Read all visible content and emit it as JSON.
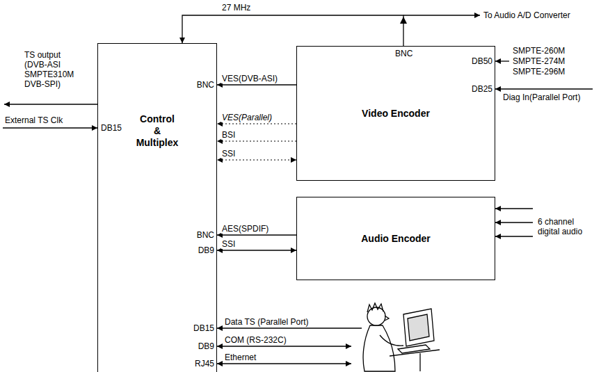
{
  "diagram": {
    "nodes": [
      {
        "text": [
          "Control & Multiplex"
        ]
      },
      {
        "text": [
          "Video Encoder"
        ]
      },
      {
        "text": [
          "Audio Encoder"
        ]
      }
    ],
    "edges": [
      {
        "from": 1,
        "to": 0,
        "arrow": "to",
        "label": "27 MHz"
      },
      {
        "from": 1,
        "to": 0,
        "arrow": "to",
        "label": "VES(DVB-ASI)"
      },
      {
        "from": 1,
        "to": 0,
        "arrow": "to",
        "label": "VES(Parallel)"
      },
      {
        "from": 1,
        "to": 0,
        "arrow": "to",
        "label": "BSI"
      },
      {
        "from": 1,
        "to": 0,
        "arrow": "both",
        "label": "SSI"
      },
      {
        "from": 2,
        "to": 0,
        "arrow": "to",
        "label": "AES(SPDIF)"
      },
      {
        "from": 2,
        "to": 0,
        "arrow": "both",
        "label": "SSI"
      }
    ],
    "labels": [
      "TS output (DVB-ASI SMPTE310M DVB-SPI)",
      "External TS Clk",
      "DB15",
      "BNC",
      "BNC",
      "DB9",
      "DB15",
      "DB9",
      "RJ45",
      "BNC",
      "DB50",
      "DB25",
      "SMPTE-260M",
      "SMPTE-274M",
      "SMPTE-296M",
      "Diag In(Parallel Port)",
      "6 channel digital audio",
      "Data TS (Parallel Port)",
      "COM (RS-232C)",
      "Ethernet",
      "To Audio A/D Converter"
    ]
  }
}
